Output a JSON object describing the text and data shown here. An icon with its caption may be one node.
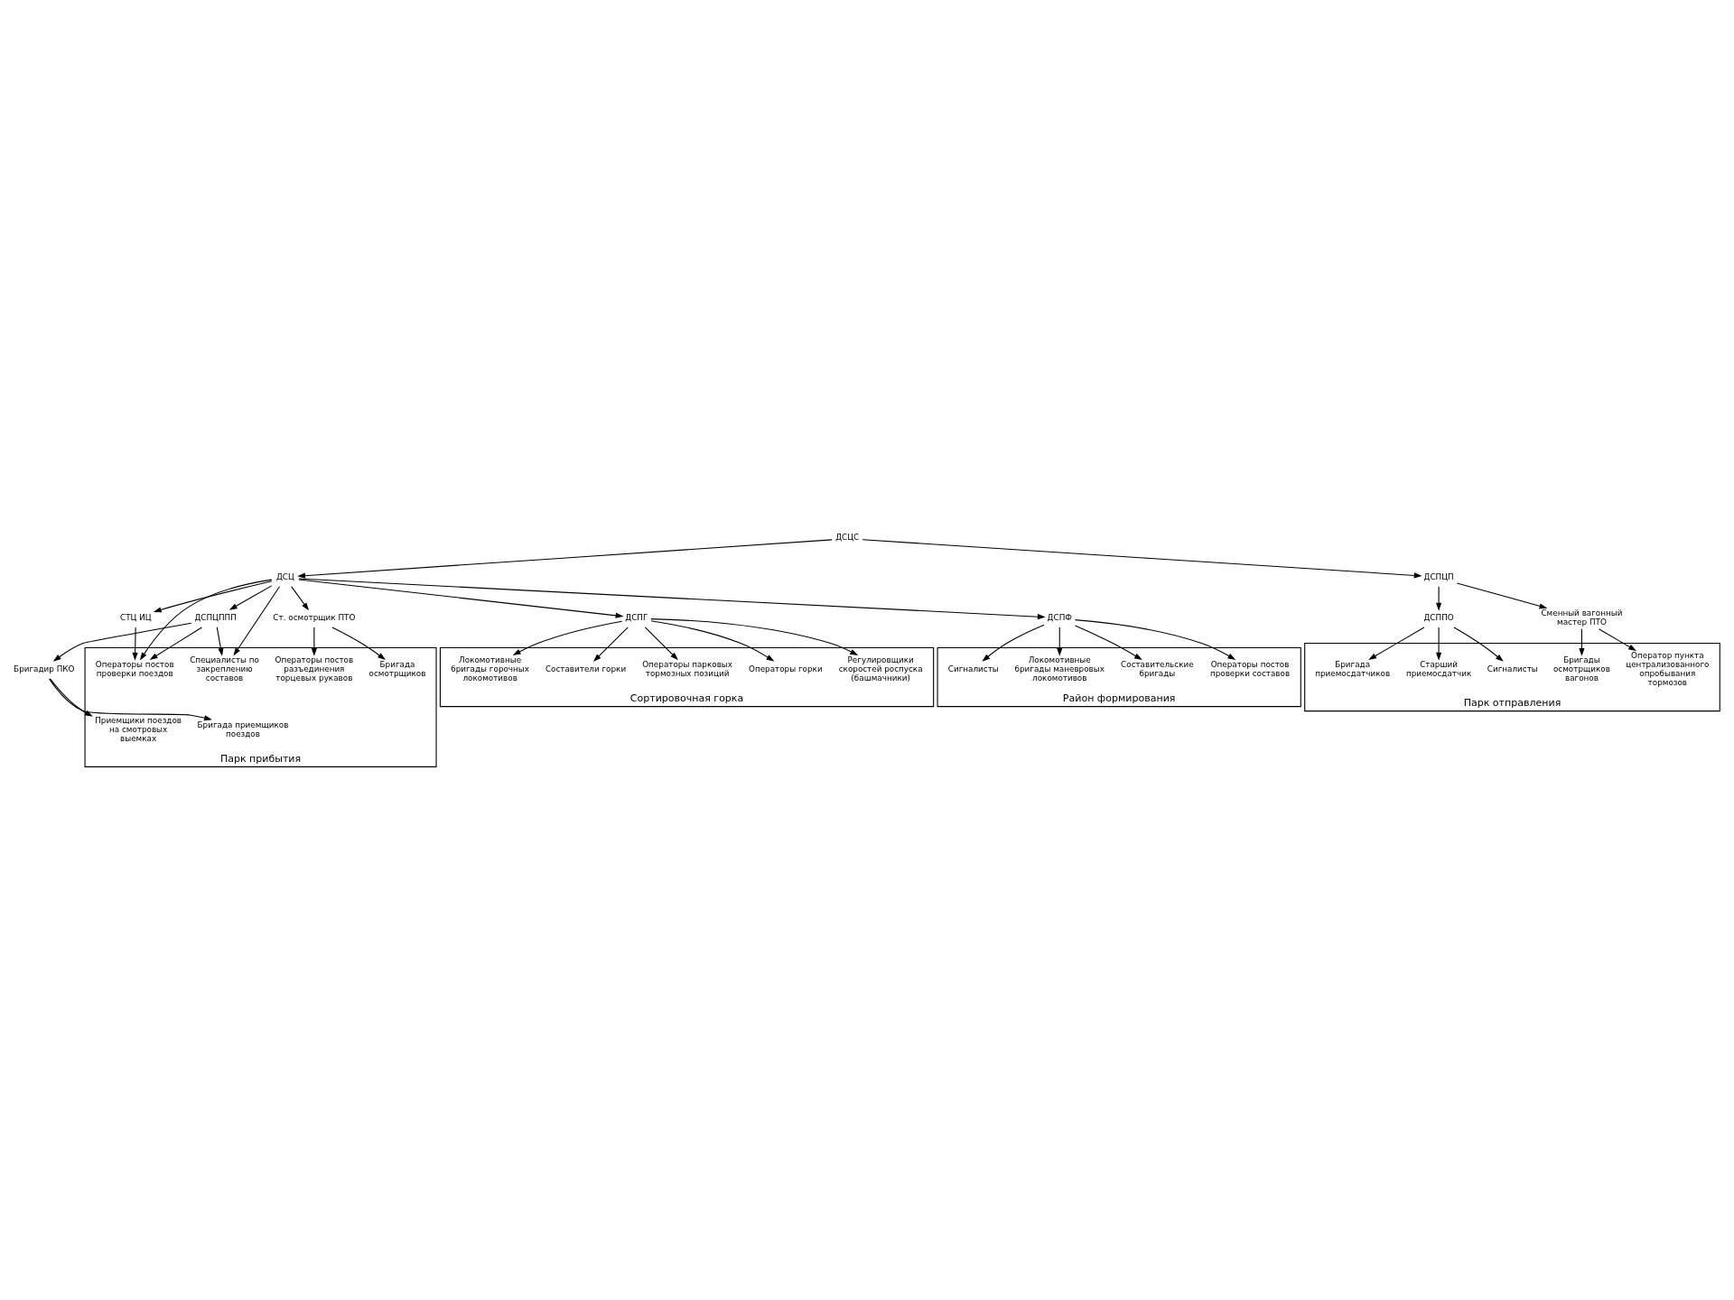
{
  "diagram": {
    "nodes": [
      {
        "text": [
          "ДСЦС"
        ]
      },
      {
        "text": [
          "ДСЦ"
        ]
      },
      {
        "text": [
          "ДСПЦП"
        ]
      },
      {
        "text": [
          "ДСПЦППП"
        ]
      },
      {
        "text": [
          "СТЦ ИЦ"
        ]
      },
      {
        "text": [
          "Ст. осмотрщик ПТО"
        ]
      },
      {
        "text": [
          "ДСПГ"
        ]
      },
      {
        "text": [
          "ДСПФ"
        ]
      },
      {
        "text": [
          "ДСППО"
        ]
      },
      {
        "text": [
          "Сменный вагонный мастер ПТО"
        ]
      },
      {
        "text": [
          "Бригадир ПКО"
        ]
      },
      {
        "text": [
          "Парк прибытия"
        ]
      },
      {
        "text": [
          "Бригада приемщиков поездов"
        ],
        "in": 11
      },
      {
        "text": [
          "Приемщики поездов на смотровых выемках"
        ],
        "in": 11
      },
      {
        "text": [
          "Специалисты по закреплению составов"
        ],
        "in": 11
      },
      {
        "text": [
          "Операторы постов проверки поездов"
        ],
        "in": 11
      },
      {
        "text": [
          "Бригада осмотрщиков"
        ],
        "in": 11
      },
      {
        "text": [
          "Операторы постов разъединения торцевых рукавов"
        ],
        "in": 11
      },
      {
        "text": [
          "Сортировочная горка"
        ]
      },
      {
        "text": [
          "Операторы горки"
        ],
        "in": 18
      },
      {
        "text": [
          "Операторы парковых тормозных позиций"
        ],
        "in": 18
      },
      {
        "text": [
          "Составители горки"
        ],
        "in": 18
      },
      {
        "text": [
          "Локомотивные бригады горочных локомотивов"
        ],
        "in": 18
      },
      {
        "text": [
          "Регулировщики скоростей роспуска (башмачники)"
        ],
        "in": 18
      },
      {
        "text": [
          "Район формирования"
        ]
      },
      {
        "text": [
          "Операторы постов проверки составов"
        ],
        "in": 24
      },
      {
        "text": [
          "Составительские бригады"
        ],
        "in": 24
      },
      {
        "text": [
          "Локомотивные бригады маневровых локомотивов"
        ],
        "in": 24
      },
      {
        "text": [
          "Сигналисты"
        ],
        "in": 24
      },
      {
        "text": [
          "Парк отправления"
        ]
      },
      {
        "text": [
          "Старший приемосдатчик"
        ],
        "in": 29
      },
      {
        "text": [
          "Бригада приемосдатчиков"
        ],
        "in": 29
      },
      {
        "text": [
          "Сигналисты"
        ],
        "in": 29
      },
      {
        "text": [
          "Бригады осмотрщиков вагонов"
        ],
        "in": 29
      },
      {
        "text": [
          "Оператор пункта централизованного опробывания тормозов"
        ],
        "in": 29
      }
    ],
    "edges": [
      {
        "from": 0,
        "to": 1,
        "arrow": "to"
      },
      {
        "from": 0,
        "to": 2,
        "arrow": "to"
      },
      {
        "from": 1,
        "to": 3,
        "arrow": "to"
      },
      {
        "from": 1,
        "to": 4,
        "arrow": "to"
      },
      {
        "from": 1,
        "to": 5,
        "arrow": "to"
      },
      {
        "from": 1,
        "to": 6,
        "arrow": "to"
      },
      {
        "from": 1,
        "to": 7,
        "arrow": "to"
      },
      {
        "from": 3,
        "to": 10,
        "arrow": "to"
      },
      {
        "from": 2,
        "to": 8,
        "arrow": "to"
      },
      {
        "from": 2,
        "to": 9,
        "arrow": "to"
      },
      {
        "from": 10,
        "to": 12,
        "arrow": "to"
      },
      {
        "from": 10,
        "to": 13,
        "arrow": "to"
      },
      {
        "from": 1,
        "to": 14,
        "arrow": "to"
      },
      {
        "from": 1,
        "to": 15,
        "arrow": "to"
      },
      {
        "from": 3,
        "to": 14,
        "arrow": "to"
      },
      {
        "from": 3,
        "to": 15,
        "arrow": "to"
      },
      {
        "from": 4,
        "to": 15,
        "arrow": "to"
      },
      {
        "from": 5,
        "to": 16,
        "arrow": "to"
      },
      {
        "from": 5,
        "to": 17,
        "arrow": "to"
      },
      {
        "from": 6,
        "to": 19,
        "arrow": "to"
      },
      {
        "from": 6,
        "to": 20,
        "arrow": "to"
      },
      {
        "from": 6,
        "to": 21,
        "arrow": "to"
      },
      {
        "from": 6,
        "to": 22,
        "arrow": "to"
      },
      {
        "from": 6,
        "to": 23,
        "arrow": "to"
      },
      {
        "from": 7,
        "to": 25,
        "arrow": "to"
      },
      {
        "from": 7,
        "to": 26,
        "arrow": "to"
      },
      {
        "from": 7,
        "to": 27,
        "arrow": "to"
      },
      {
        "from": 7,
        "to": 28,
        "arrow": "to"
      },
      {
        "from": 8,
        "to": 30,
        "arrow": "to"
      },
      {
        "from": 8,
        "to": 31,
        "arrow": "to"
      },
      {
        "from": 8,
        "to": 32,
        "arrow": "to"
      },
      {
        "from": 9,
        "to": 33,
        "arrow": "to"
      },
      {
        "from": 9,
        "to": 34,
        "arrow": "to"
      }
    ]
  }
}
